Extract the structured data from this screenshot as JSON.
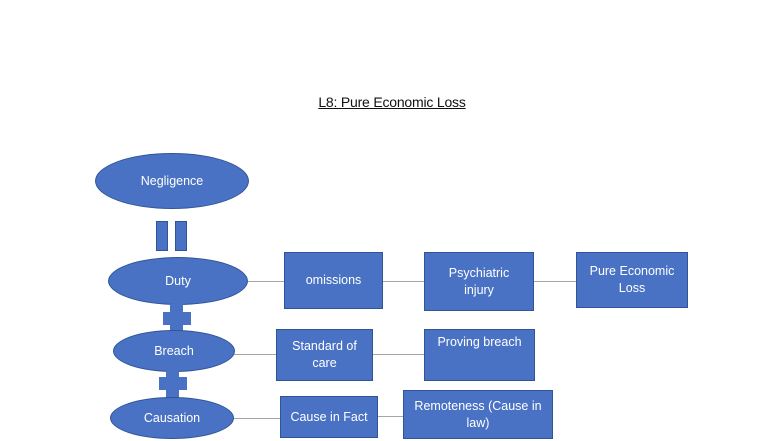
{
  "title": "L8: Pure Economic Loss",
  "nodes": {
    "negligence": "Negligence",
    "duty": "Duty",
    "breach": "Breach",
    "causation": "Causation",
    "omissions": "omissions",
    "psychiatric_injury": "Psychiatric injury",
    "pure_economic_loss": "Pure Economic Loss",
    "standard_of_care": "Standard of care",
    "proving_breach": "Proving breach",
    "cause_in_fact": "Cause in Fact",
    "remoteness": "Remoteness (Cause in law)"
  },
  "colors": {
    "shape_fill": "#4a72c4",
    "shape_border": "#2f5597",
    "connector": "#a6a6a6",
    "text": "#ffffff"
  },
  "symbols": {
    "negligence_to_duty": "equals",
    "duty_to_breach": "plus",
    "breach_to_causation": "plus"
  }
}
